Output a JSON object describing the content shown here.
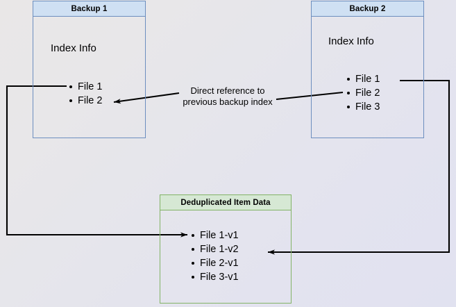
{
  "diagram": {
    "title_hidden": "",
    "background": {
      "gradient_from": "#e9e7e7",
      "gradient_to": "#e1e2f0"
    },
    "colors": {
      "blue_border": "#6c8ebf",
      "blue_fill": "#cfe0f3",
      "green_border": "#82b366",
      "green_fill": "#d6e8d4",
      "edge_stroke": "#000000"
    },
    "boxes": [
      {
        "id": "backup1",
        "header": "Backup 1",
        "caption": "Index Info",
        "items": [
          "File 1",
          "File 2"
        ]
      },
      {
        "id": "backup2",
        "header": "Backup 2",
        "caption": "Index Info",
        "items": [
          "File 1",
          "File 2",
          "File 3"
        ]
      },
      {
        "id": "dedup",
        "header": "Deduplicated Item Data",
        "caption": "",
        "items": [
          "File 1-v1",
          "File 1-v2",
          "File 2-v1",
          "File 3-v1"
        ]
      }
    ],
    "edges": [
      {
        "id": "direct-reference",
        "label": "Direct reference to\nprevious backup index",
        "from": "backup2.File 2",
        "to": "backup1.File 2"
      },
      {
        "id": "backup1-to-dedup",
        "label": "",
        "from": "backup1.File 1",
        "to": "dedup.File 1-v1"
      },
      {
        "id": "backup2-to-dedup",
        "label": "",
        "from": "backup2.File 1",
        "to": "dedup.File 1-v2"
      }
    ]
  }
}
